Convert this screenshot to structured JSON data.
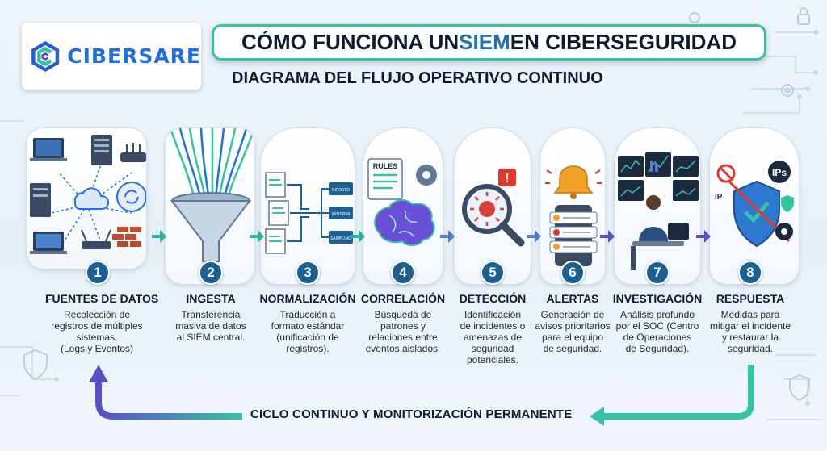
{
  "logo": {
    "text": "CIBERSARE"
  },
  "title": {
    "prefix": "CÓMO FUNCIONA UN ",
    "highlight": "SIEM",
    "suffix": " EN CIBERSEGURIDAD"
  },
  "subtitle": "DIAGRAMA DEL FLUJO OPERATIVO CONTINUO",
  "colors": {
    "accent": "#1d72b8",
    "title_border": "#35c3a3",
    "badge": "#1b5f93",
    "loop_start": "#35c3a3",
    "loop_end": "#5b4fc8"
  },
  "stages": [
    {
      "number": "1",
      "title": "FUENTES DE DATOS",
      "desc": [
        "Recolección de",
        "registros de múltiples",
        "sistemas.",
        "(Logs y Eventos)"
      ],
      "icon": "network-devices-icon"
    },
    {
      "number": "2",
      "title": "INGESTA",
      "desc": [
        "Transferencia",
        "masiva de datos",
        "al SIEM central."
      ],
      "icon": "funnel-icon"
    },
    {
      "number": "3",
      "title": "NORMALIZACIÓN",
      "desc": [
        "Traducción a",
        "formato estándar",
        "(unificación de",
        "registros)."
      ],
      "icon": "documents-icon",
      "doc_labels": [
        "INFOSTD",
        "WINSRVA",
        "SAMPLING"
      ]
    },
    {
      "number": "4",
      "title": "CORRELACIÓN",
      "desc": [
        "Búsqueda de",
        "patrones y",
        "relaciones entre",
        "eventos aislados."
      ],
      "icon": "brain-icon",
      "rules_label": "RULES"
    },
    {
      "number": "5",
      "title": "DETECCIÓN",
      "desc": [
        "Identificación",
        "de incidentes o",
        "amenazas de",
        "seguridad",
        "potenciales."
      ],
      "icon": "magnifier-virus-icon"
    },
    {
      "number": "6",
      "title": "ALERTAS",
      "desc": [
        "Generación de",
        "avisos prioritarios",
        "para el equipo",
        "de seguridad."
      ],
      "icon": "bell-icon"
    },
    {
      "number": "7",
      "title": "INVESTIGACIÓN",
      "desc": [
        "Análisis profundo",
        "por el SOC (Centro",
        "de Operaciones",
        "de Seguridad)."
      ],
      "icon": "analyst-icon"
    },
    {
      "number": "8",
      "title": "RESPUESTA",
      "desc": [
        "Medidas para",
        "mitigar el incidente",
        "y restaurar la",
        "seguridad."
      ],
      "icon": "shield-icon",
      "badge_ips": "IPs",
      "badge_ip": "IP"
    }
  ],
  "loop_label": "CICLO CONTINUO Y MONITORIZACIÓN PERMANENTE"
}
